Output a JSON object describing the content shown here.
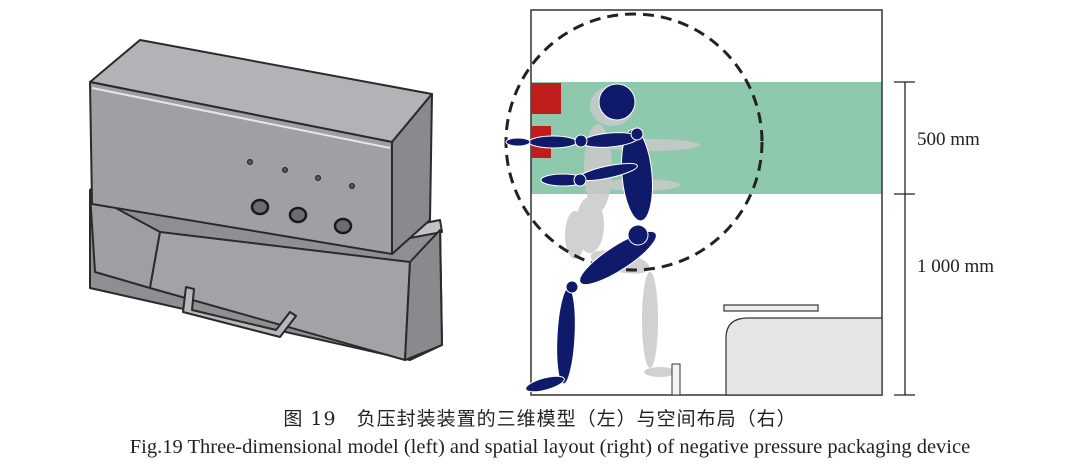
{
  "figure": {
    "right_panel": {
      "dim_upper": "500 mm",
      "dim_lower": "1 000 mm",
      "colors": {
        "band": "#8ec9ad",
        "figure": "#101a6b",
        "shadow": "#cfcfcf",
        "red_box": "#c01d1d",
        "reach_circle": "#222222"
      }
    },
    "left_panel": {
      "colors": {
        "body_top": "#a6a5aa",
        "body_front": "#9a999e",
        "edge": "#2a2a2a"
      }
    }
  },
  "caption": {
    "cn": "图 19　负压封装装置的三维模型（左）与空间布局（右）",
    "en": "Fig.19 Three-dimensional model (left) and spatial layout (right) of negative pressure packaging device"
  }
}
